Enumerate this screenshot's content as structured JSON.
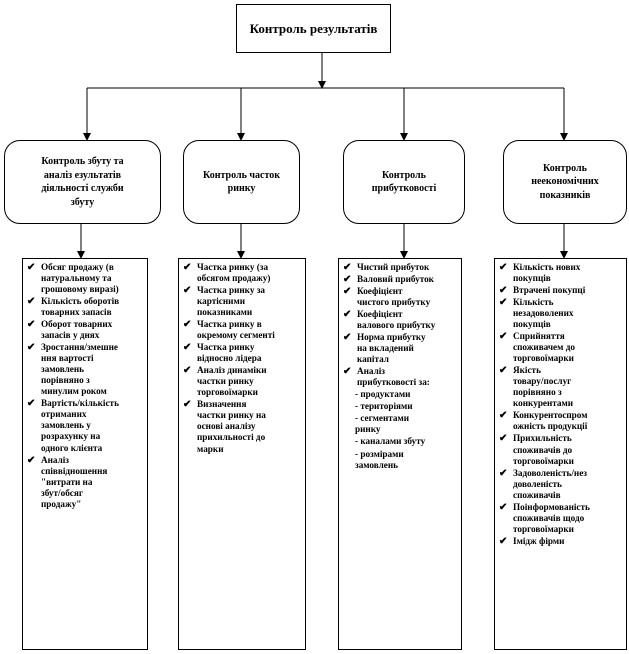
{
  "top": {
    "title": "Контроль результатів"
  },
  "columns": [
    {
      "heading": "Контроль збуту та\nаналіз езультатів\nдіяльності служби\nзбуту",
      "items": [
        {
          "text": "Обсяг продажу (в\nнатуральному та\nгрошовому виразі)",
          "check": true
        },
        {
          "text": "Кількість оборотів\nтоварних запасів",
          "check": true
        },
        {
          "text": "Оборот товарних\nзапасів у днях",
          "check": true
        },
        {
          "text": "Зростання/змешне\nння вартості\nзамовлень\nпорівняно з\nминулим роком",
          "check": true
        },
        {
          "text": "Вартість/кількість\nотриманих\nзамовлень у\nрозрахунку на\nодного клієнта",
          "check": true
        },
        {
          "text": "Аналіз\nспіввідношення\n\"витрати на\nзбут/обсяг\nпродажу\"",
          "check": true
        }
      ]
    },
    {
      "heading": "Контроль часток\nринку",
      "items": [
        {
          "text": "Частка ринку (за\nобсягом продажу)",
          "check": true
        },
        {
          "text": "Частка ринку за\nкартісними\nпоказниками",
          "check": true
        },
        {
          "text": "Частка ринку в\nокремому сегменті",
          "check": true
        },
        {
          "text": "Частка ринку\nвідносно лідера",
          "check": true
        },
        {
          "text": "Аналіз динаміки\nчастки ринку\nторговоїмарки",
          "check": true
        },
        {
          "text": "Визначення\nчастки ринку на\nоснові аналізу\nприхильності до\nмарки",
          "check": true
        }
      ]
    },
    {
      "heading": "Контроль\nприбутковості",
      "items": [
        {
          "text": "Чистий прибуток",
          "check": true
        },
        {
          "text": "Валовий прибуток",
          "check": true
        },
        {
          "text": "Коефіцієнт\nчистого прибутку",
          "check": true
        },
        {
          "text": "Коефіцієнт\nвалового прибутку",
          "check": true
        },
        {
          "text": "Норма прибутку\nна вкладений\nкапітал",
          "check": true
        },
        {
          "text": "Аналіз\nприбутковості за:",
          "check": true
        },
        {
          "text": "- продуктами",
          "check": false
        },
        {
          "text": "- територіями",
          "check": false
        },
        {
          "text": "- сегментами\n  ринку",
          "check": false
        },
        {
          "text": "- каналами збуту",
          "check": false
        },
        {
          "text": "- розмірами\n  замовлень",
          "check": false
        }
      ]
    },
    {
      "heading": "Контроль\nнеекономічних\nпоказників",
      "items": [
        {
          "text": "Кількість нових\nпокупців",
          "check": true
        },
        {
          "text": "Втрачені покупці",
          "check": true
        },
        {
          "text": "Кількість\nнезадоволених\nпокупців",
          "check": true
        },
        {
          "text": "Сприйняття\nспоживачем до\nторговоїмарки",
          "check": true
        },
        {
          "text": "Якість\nтовару/послуг\nпорівняно з\nконкурентами",
          "check": true
        },
        {
          "text": "Конкурентоспром\nожність продукції",
          "check": true
        },
        {
          "text": "Прихильність\nспоживачів до\nторговоїмарки",
          "check": true
        },
        {
          "text": "Задоволеність/нез\nдоволеність\nспоживачів",
          "check": true
        },
        {
          "text": "Поінформованість\nспоживачів щодо\nторговоїмарки",
          "check": true
        },
        {
          "text": "Імідж фірми",
          "check": true
        }
      ]
    }
  ]
}
